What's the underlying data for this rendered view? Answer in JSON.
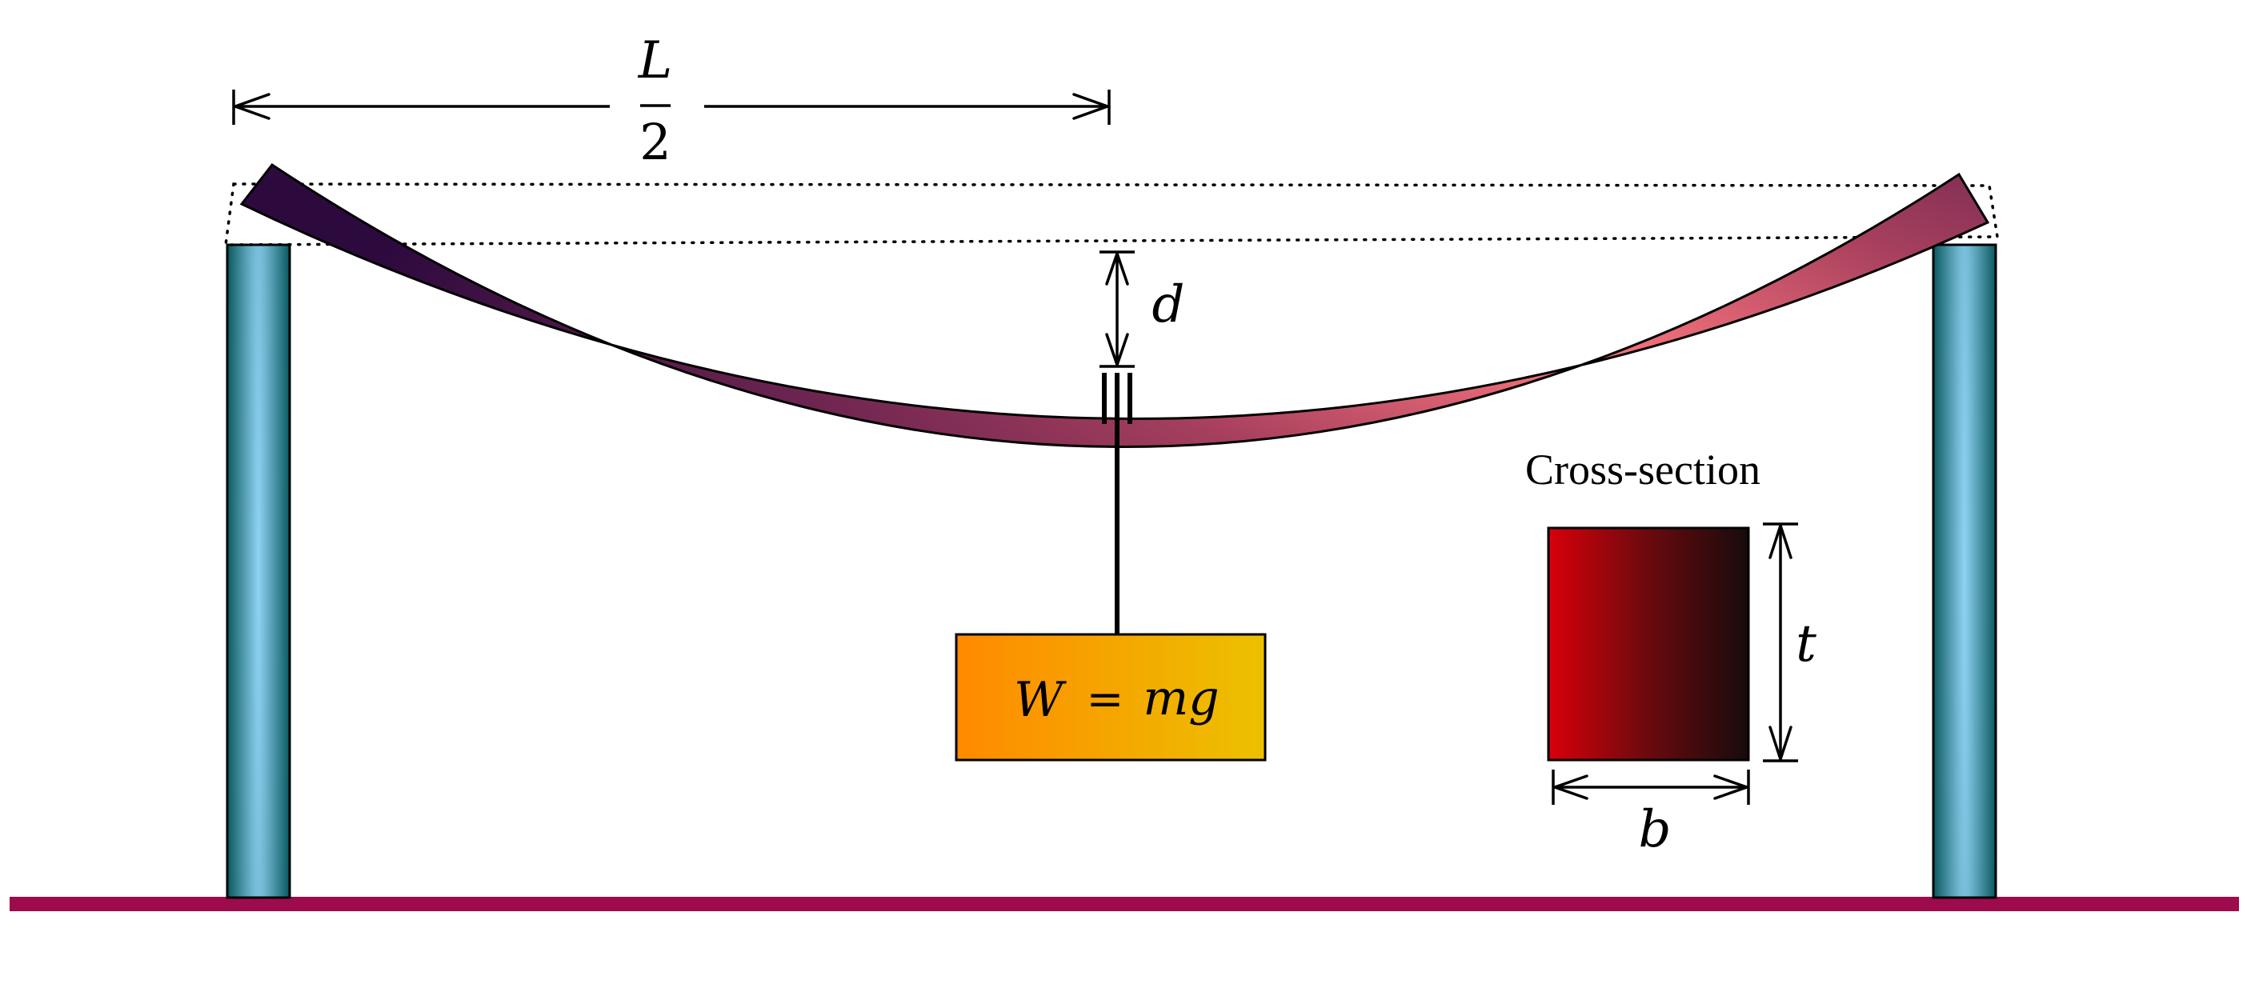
{
  "diagram": {
    "span_label_numerator": "L",
    "span_label_denominator": "2",
    "deflection_label": "d",
    "weight_label_left": "W",
    "weight_label_eq": "=",
    "weight_label_right": "mg",
    "cross_section_title": "Cross-section",
    "thickness_label": "t",
    "width_label": "b"
  },
  "colors": {
    "ground": "#9e0b4c",
    "support": "#0e6268",
    "support_highlight": "#8fd3f4",
    "beam_dark": "#2d0a3e",
    "beam_light": "#ff7a80",
    "weight_left": "#ff8a00",
    "weight_right": "#ecc100",
    "section_left": "#d80009",
    "section_right": "#170b0b"
  }
}
